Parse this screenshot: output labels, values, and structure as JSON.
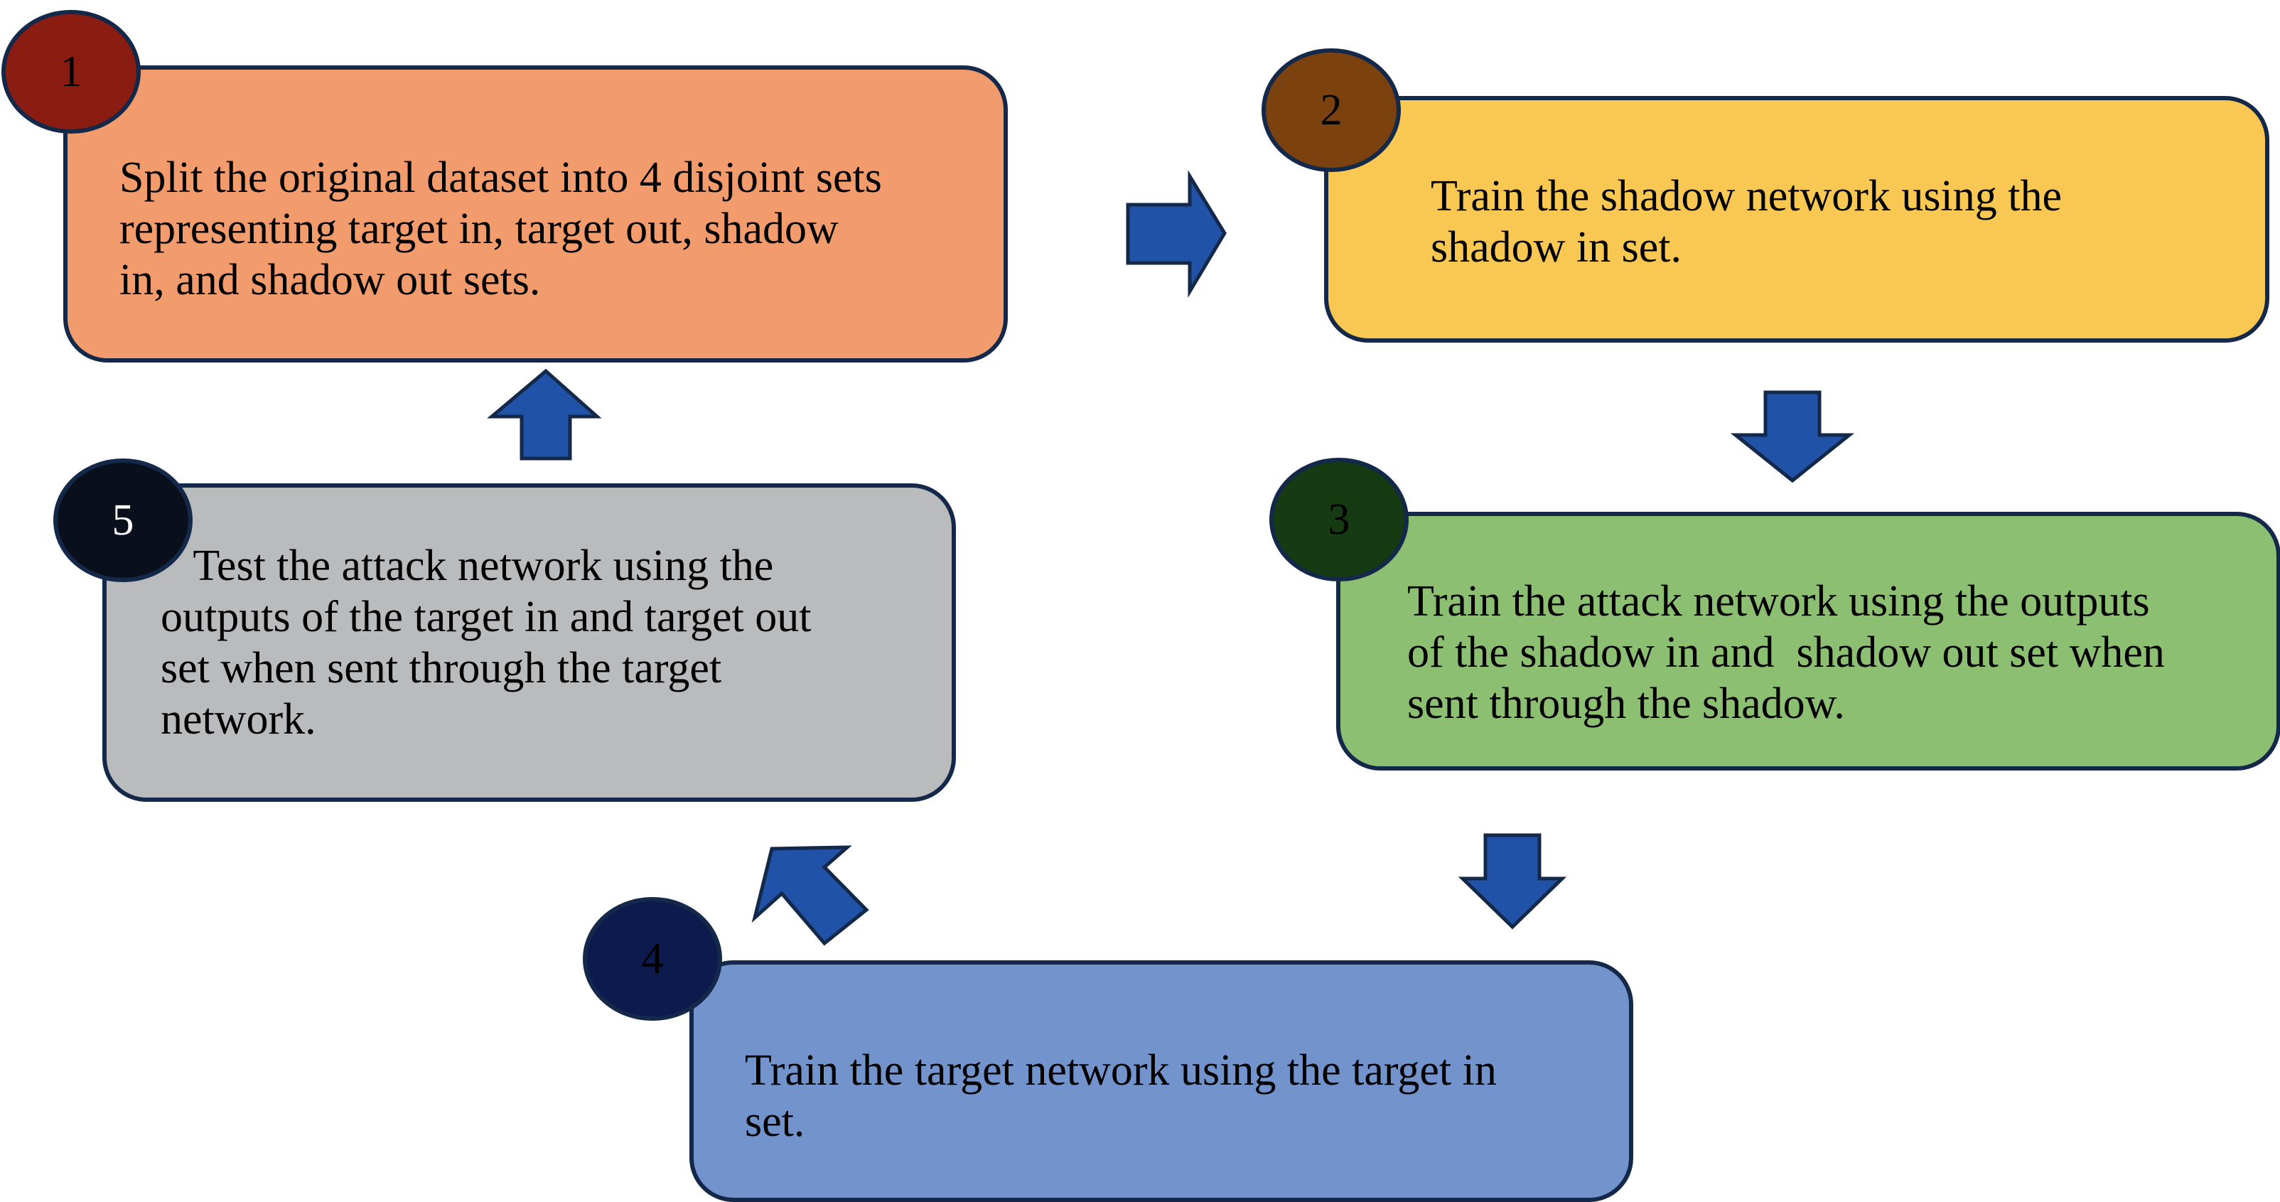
{
  "steps": [
    {
      "number": "1",
      "text": "Split the original dataset into 4 disjoint sets\nrepresenting target in, target out, shadow\nin, and shadow out sets.",
      "box_color": "#f29c6e",
      "badge_color": "#8a1c12"
    },
    {
      "number": "2",
      "text": "Train the shadow network using the\nshadow in set.",
      "box_color": "#f9c853",
      "badge_color": "#7b4210"
    },
    {
      "number": "3",
      "text": "Train the attack network using the outputs\nof the shadow in and  shadow out set when\nsent through the shadow.",
      "box_color": "#8cbf72",
      "badge_color": "#163a12"
    },
    {
      "number": "4",
      "text": "Train the target network using the target in\nset.",
      "box_color": "#7293cc",
      "badge_color": "#0c1a4e"
    },
    {
      "number": "5",
      "text": "   Test the attack network using the\noutputs of the target in and target out\nset when sent through the target\nnetwork.",
      "box_color": "#b9bbbd",
      "badge_color": "#0a0f1c"
    }
  ],
  "colors": {
    "border": "#14294a",
    "arrow_fill": "#2052a8"
  }
}
